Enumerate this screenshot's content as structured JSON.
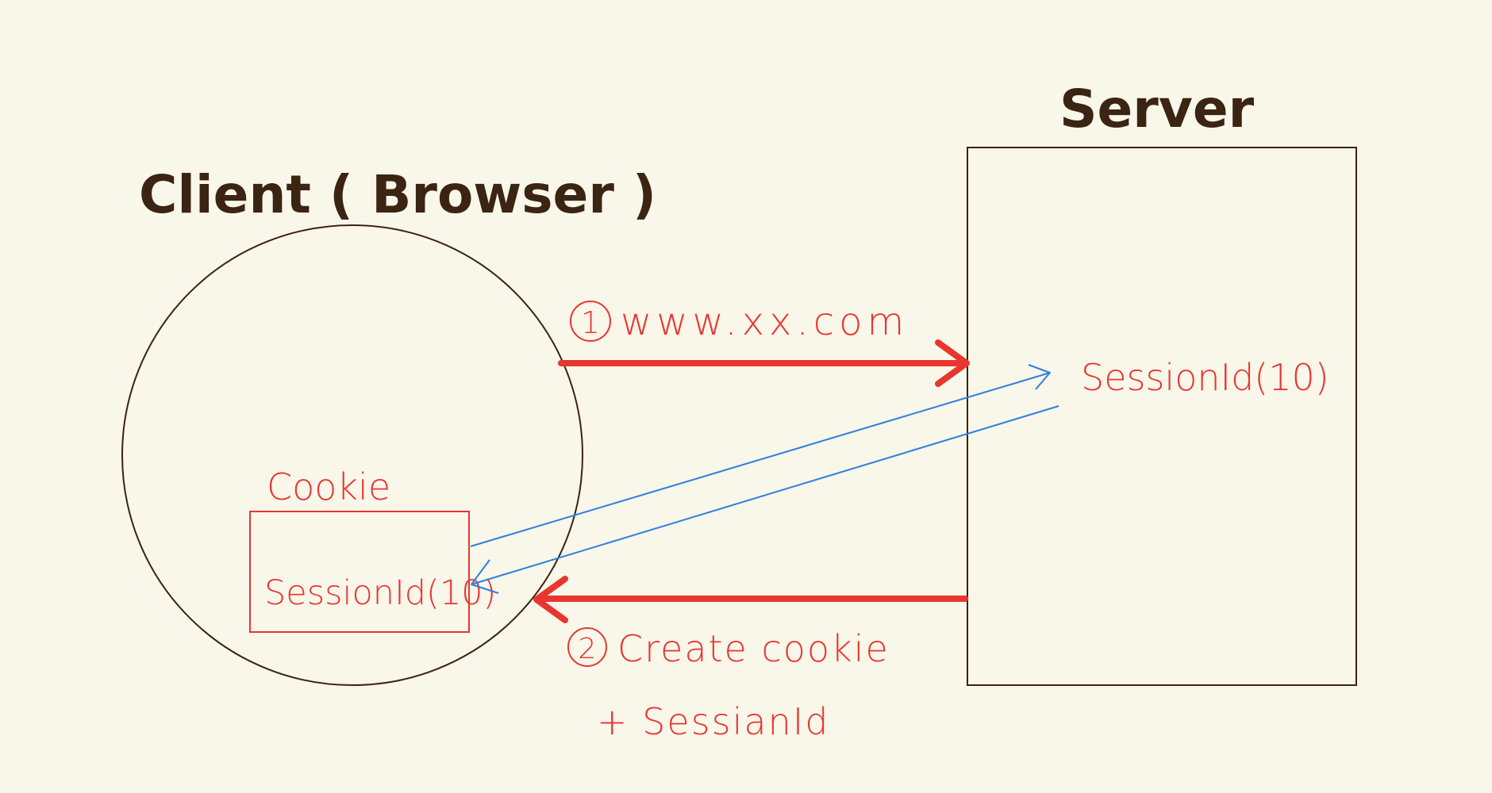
{
  "client": {
    "title": "Client ( Browser )"
  },
  "server": {
    "title": "Server",
    "session_label": "SessionId(10)"
  },
  "cookie": {
    "title": "Cookie",
    "session_label": "SessionId(10)"
  },
  "steps": {
    "request": {
      "number": "1",
      "label": "www.xx.com"
    },
    "response": {
      "number": "2",
      "label_line1": "Create cookie",
      "label_line2": "+ SessianId"
    }
  },
  "colors": {
    "background": "#f9f6ea",
    "outline": "#3b2412",
    "request_arrow": "#e8362f",
    "session_link": "#2f7fdc",
    "cookie_box": "#e8362f"
  }
}
